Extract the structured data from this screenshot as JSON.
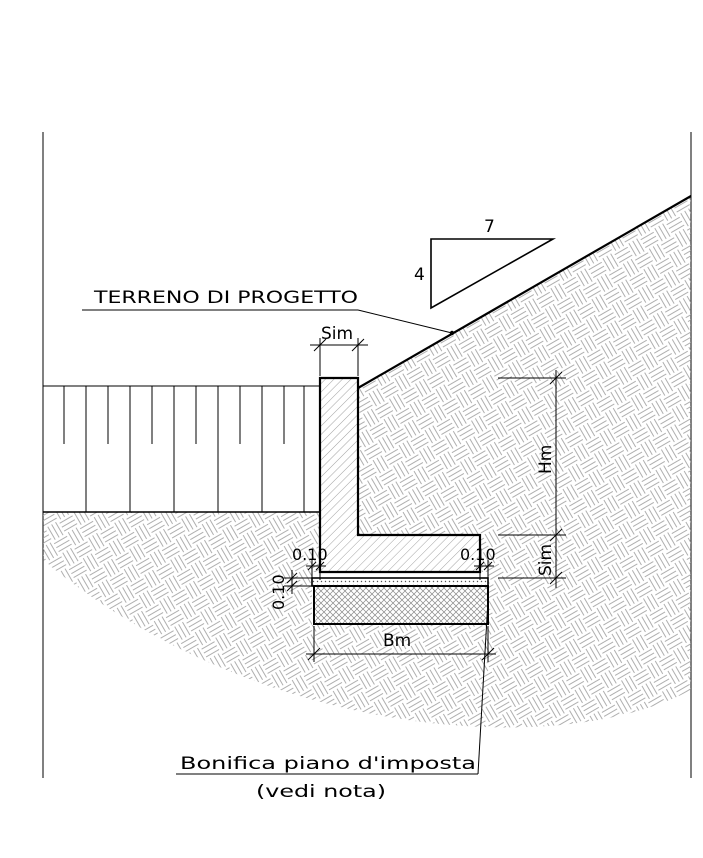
{
  "labels": {
    "terrain": "TERRENO DI PROGETTO",
    "slope_run": "7",
    "slope_rise": "4",
    "sim_top": "Sim",
    "hm": "Hm",
    "sim_base": "Sim",
    "offset_left": "0.10",
    "offset_right": "0.10",
    "offset_vertical": "0.10",
    "bm": "Bm",
    "bonifica": "Bonifica piano d'imposta",
    "nota": "(vedi nota)"
  },
  "colors": {
    "line": "#000000",
    "hatch": "#9a9a9a",
    "background": "#ffffff"
  }
}
